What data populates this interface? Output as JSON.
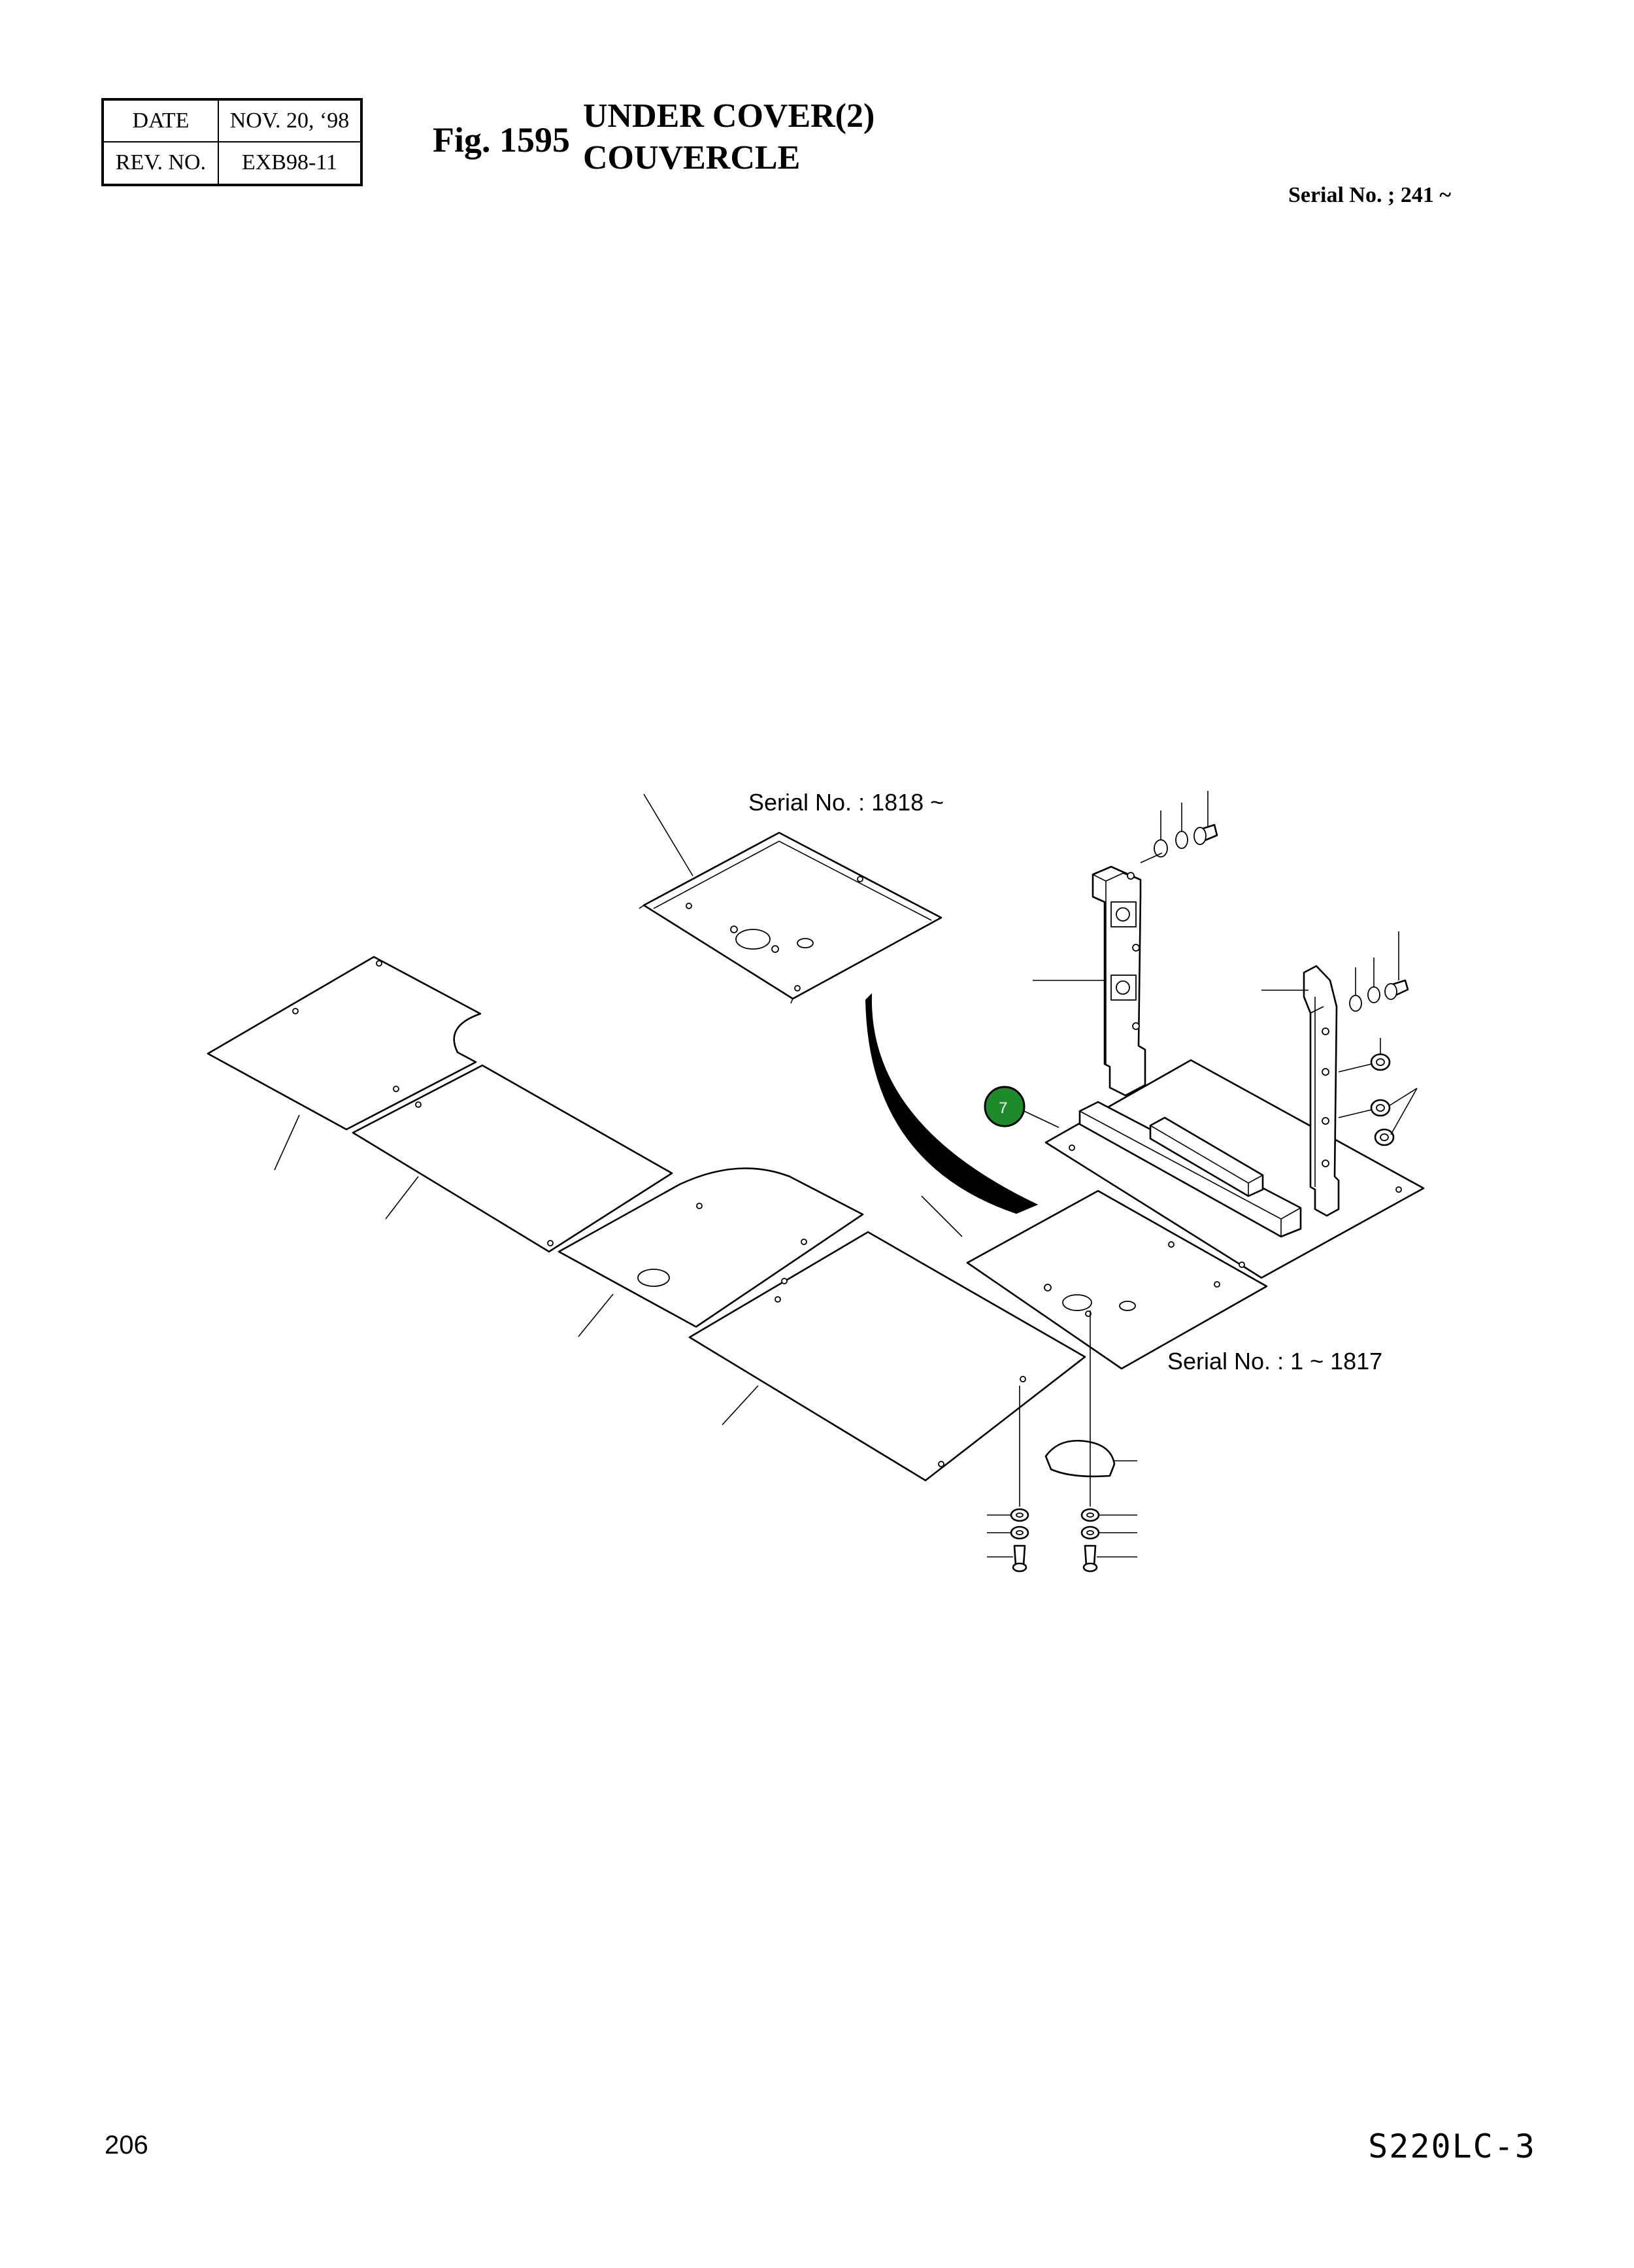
{
  "header": {
    "date_label": "DATE",
    "date_value": "NOV. 20, ‘98",
    "rev_label": "REV. NO.",
    "rev_value": "EXB98-11"
  },
  "figure": {
    "number": "Fig. 1595",
    "title_en": "UNDER COVER(2)",
    "title_fr": "COUVERCLE",
    "serial_range": "Serial No. ; 241 ~"
  },
  "diagram": {
    "label_upper": "Serial No. : 1818 ~",
    "label_lower": "Serial No. : 1 ~ 1817",
    "callouts": [
      {
        "number": "7",
        "color": "#1f8a2a"
      }
    ]
  },
  "footer": {
    "page_number": "206",
    "model": "S220LC-3"
  }
}
